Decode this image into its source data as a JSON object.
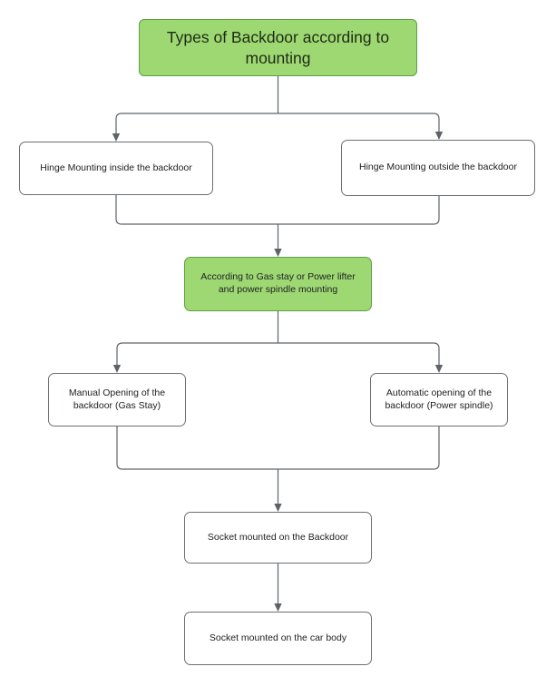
{
  "diagram": {
    "type": "flowchart",
    "orientation": "top-down",
    "background_color": "#ffffff",
    "accent_color": "#9ed873",
    "accent_border_color": "#5e9e43",
    "node_border_color": "#6b7075",
    "connector_color": "#5f6368",
    "text_color": "#202124"
  },
  "nodes": {
    "title": {
      "label": "Types of Backdoor according to mounting",
      "style": "highlight"
    },
    "hinge_inside": {
      "label": "Hinge Mounting inside the backdoor",
      "style": "plain"
    },
    "hinge_outside": {
      "label": "Hinge Mounting outside the backdoor",
      "style": "plain"
    },
    "gas_stay": {
      "label": "According to Gas stay or Power lifter and power spindle mounting",
      "style": "highlight"
    },
    "manual_opening": {
      "label": "Manual Opening of the backdoor (Gas Stay)",
      "style": "plain"
    },
    "automatic_opening": {
      "label": "Automatic opening of the backdoor (Power spindle)",
      "style": "plain"
    },
    "socket_backdoor": {
      "label": "Socket mounted on the Backdoor",
      "style": "plain"
    },
    "socket_car_body": {
      "label": "Socket mounted on the car body",
      "style": "plain"
    }
  },
  "edges": [
    {
      "from": "title",
      "to": "hinge_inside",
      "shape": "split-left"
    },
    {
      "from": "title",
      "to": "hinge_outside",
      "shape": "split-right"
    },
    {
      "from": "hinge_inside",
      "to": "gas_stay",
      "shape": "merge-left"
    },
    {
      "from": "hinge_outside",
      "to": "gas_stay",
      "shape": "merge-right"
    },
    {
      "from": "gas_stay",
      "to": "manual_opening",
      "shape": "split-left"
    },
    {
      "from": "gas_stay",
      "to": "automatic_opening",
      "shape": "split-right"
    },
    {
      "from": "manual_opening",
      "to": "socket_backdoor",
      "shape": "merge-left"
    },
    {
      "from": "automatic_opening",
      "to": "socket_backdoor",
      "shape": "merge-right"
    },
    {
      "from": "socket_backdoor",
      "to": "socket_car_body",
      "shape": "straight"
    }
  ]
}
